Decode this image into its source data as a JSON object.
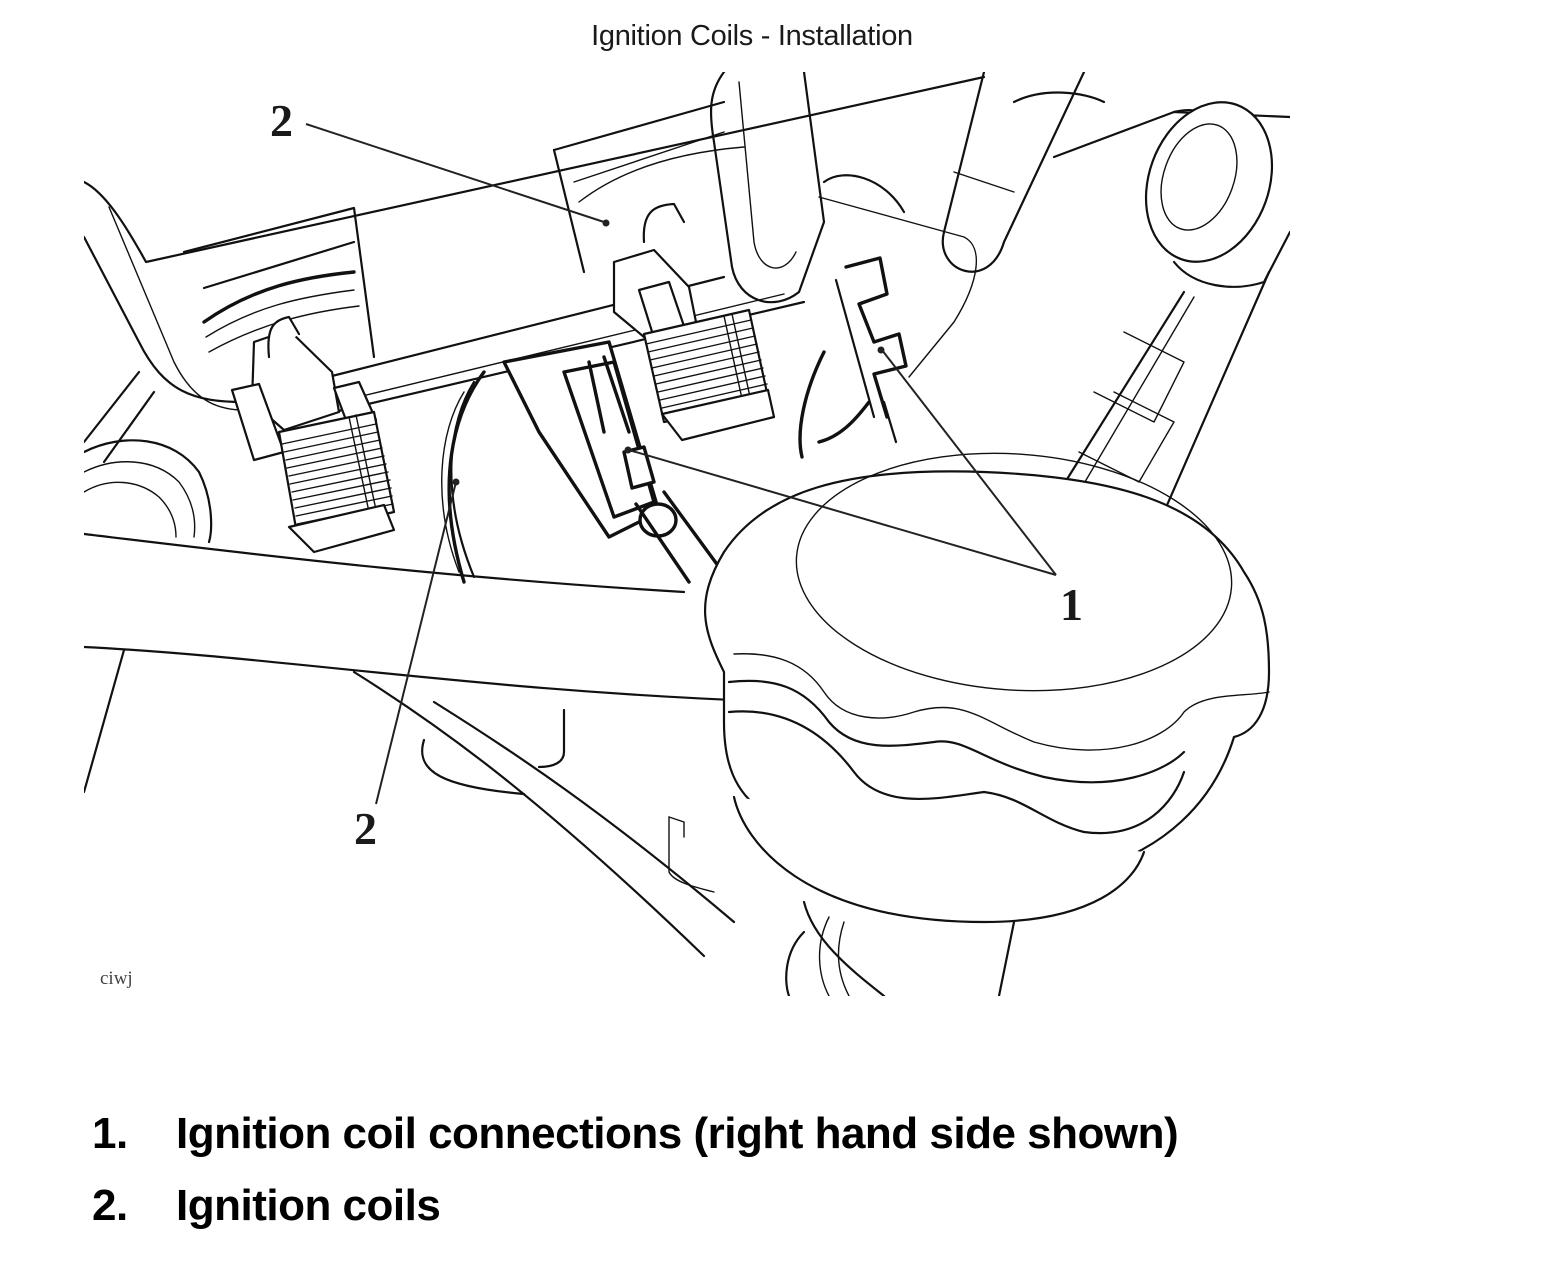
{
  "page": {
    "title": "Ignition Coils - Installation"
  },
  "figure": {
    "description": "Line drawing of ignition coils installed on engine, right hand side shown",
    "figure_code": "ciwj",
    "callouts": [
      {
        "id": "callout-2-top",
        "label": "2"
      },
      {
        "id": "callout-2-bottom",
        "label": "2"
      },
      {
        "id": "callout-1",
        "label": "1"
      }
    ]
  },
  "legend": {
    "items": [
      {
        "number": "1.",
        "text": "Ignition coil connections (right hand side shown)"
      },
      {
        "number": "2.",
        "text": "Ignition coils"
      }
    ]
  }
}
